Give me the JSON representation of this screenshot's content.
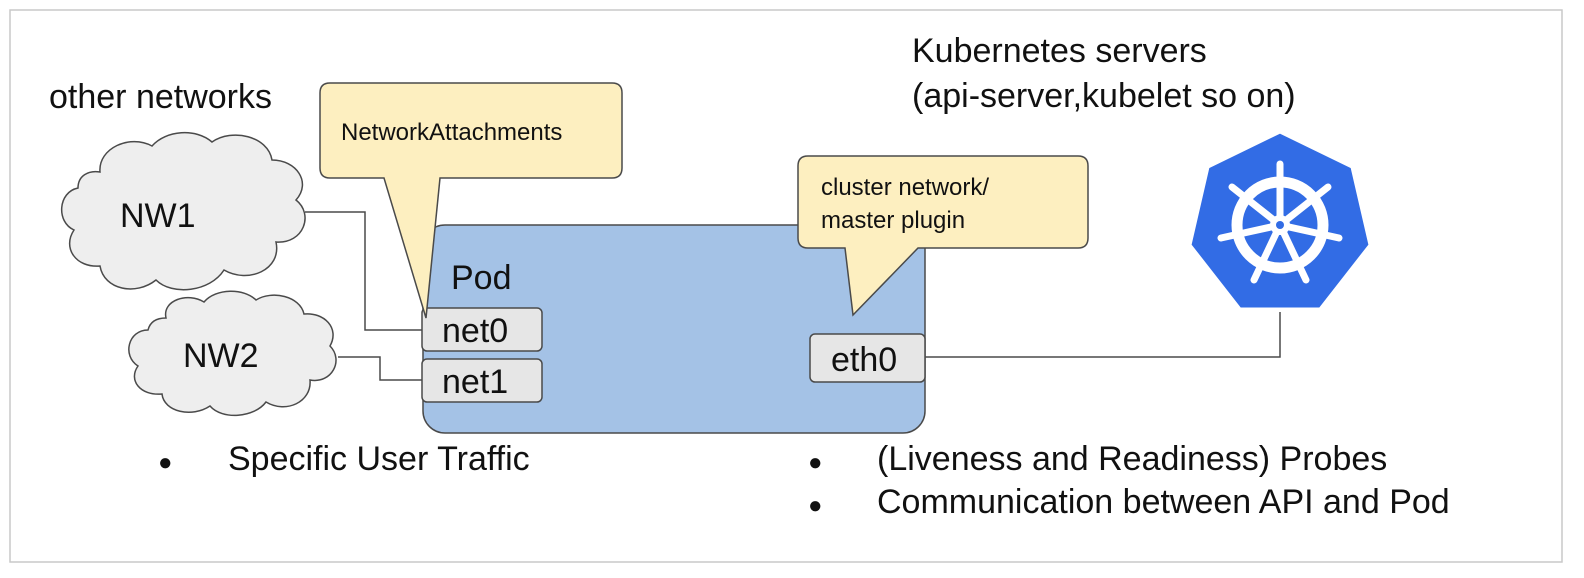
{
  "labels": {
    "other_networks": "other networks",
    "kubernetes_line1": "Kubernetes servers",
    "kubernetes_line2": "(api-server,kubelet so on)",
    "network_attachments": "NetworkAttachments",
    "cluster_line1": "cluster network/",
    "cluster_line2": "master plugin",
    "pod": "Pod",
    "nw1": "NW1",
    "nw2": "NW2",
    "net0": "net0",
    "net1": "net1",
    "eth0": "eth0"
  },
  "bullets": {
    "left": [
      "Specific User Traffic"
    ],
    "right": [
      "(Liveness and Readiness) Probes",
      "Communication between API and Pod"
    ],
    "marker": "●"
  },
  "icons": {
    "kubernetes": "kubernetes-logo-icon",
    "cloud": "cloud-icon"
  },
  "colors": {
    "pod_fill": "#a4c2e6",
    "callout_fill": "#fdefc0",
    "cloud_fill": "#eeeeee",
    "iface_fill": "#e6e6e6",
    "k8s_blue": "#326ce5",
    "stroke": "#4a4a4a"
  }
}
